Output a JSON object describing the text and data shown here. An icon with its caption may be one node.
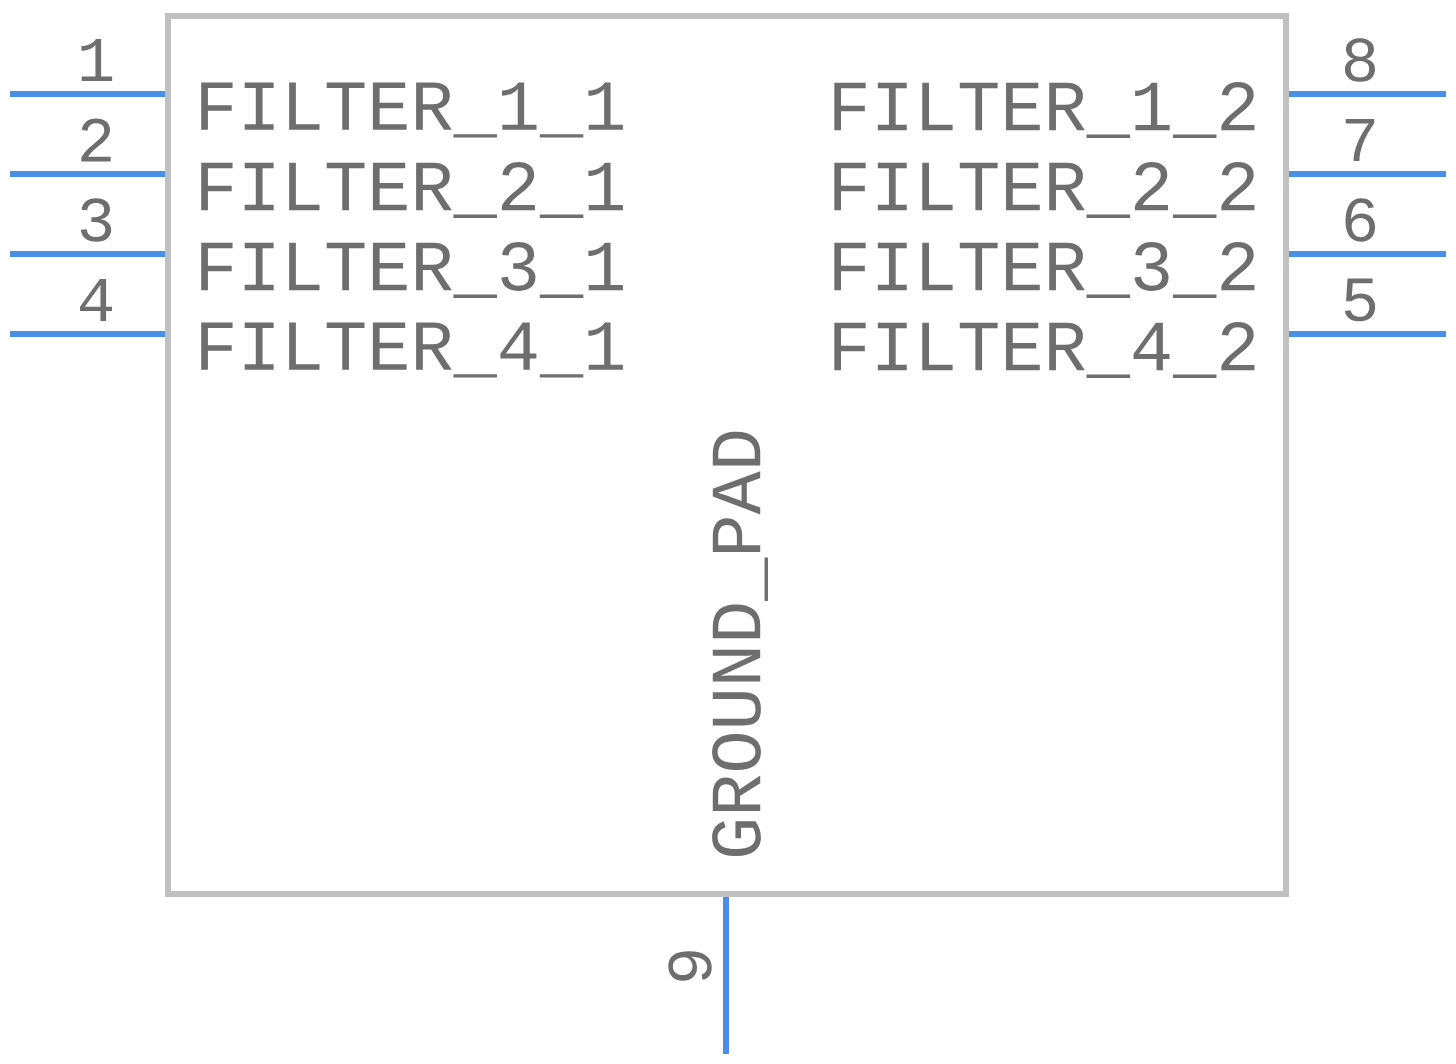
{
  "diagram": {
    "nodes": [
      {
        "text": [
          "FILTER_1_1",
          "FILTER_1_2",
          "FILTER_2_1",
          "FILTER_2_2",
          "FILTER_3_1",
          "FILTER_3_2",
          "FILTER_4_1",
          "FILTER_4_2",
          "GROUND_PAD"
        ]
      }
    ],
    "labels": [
      "1",
      "2",
      "3",
      "4",
      "5",
      "6",
      "7",
      "8",
      "9"
    ]
  }
}
